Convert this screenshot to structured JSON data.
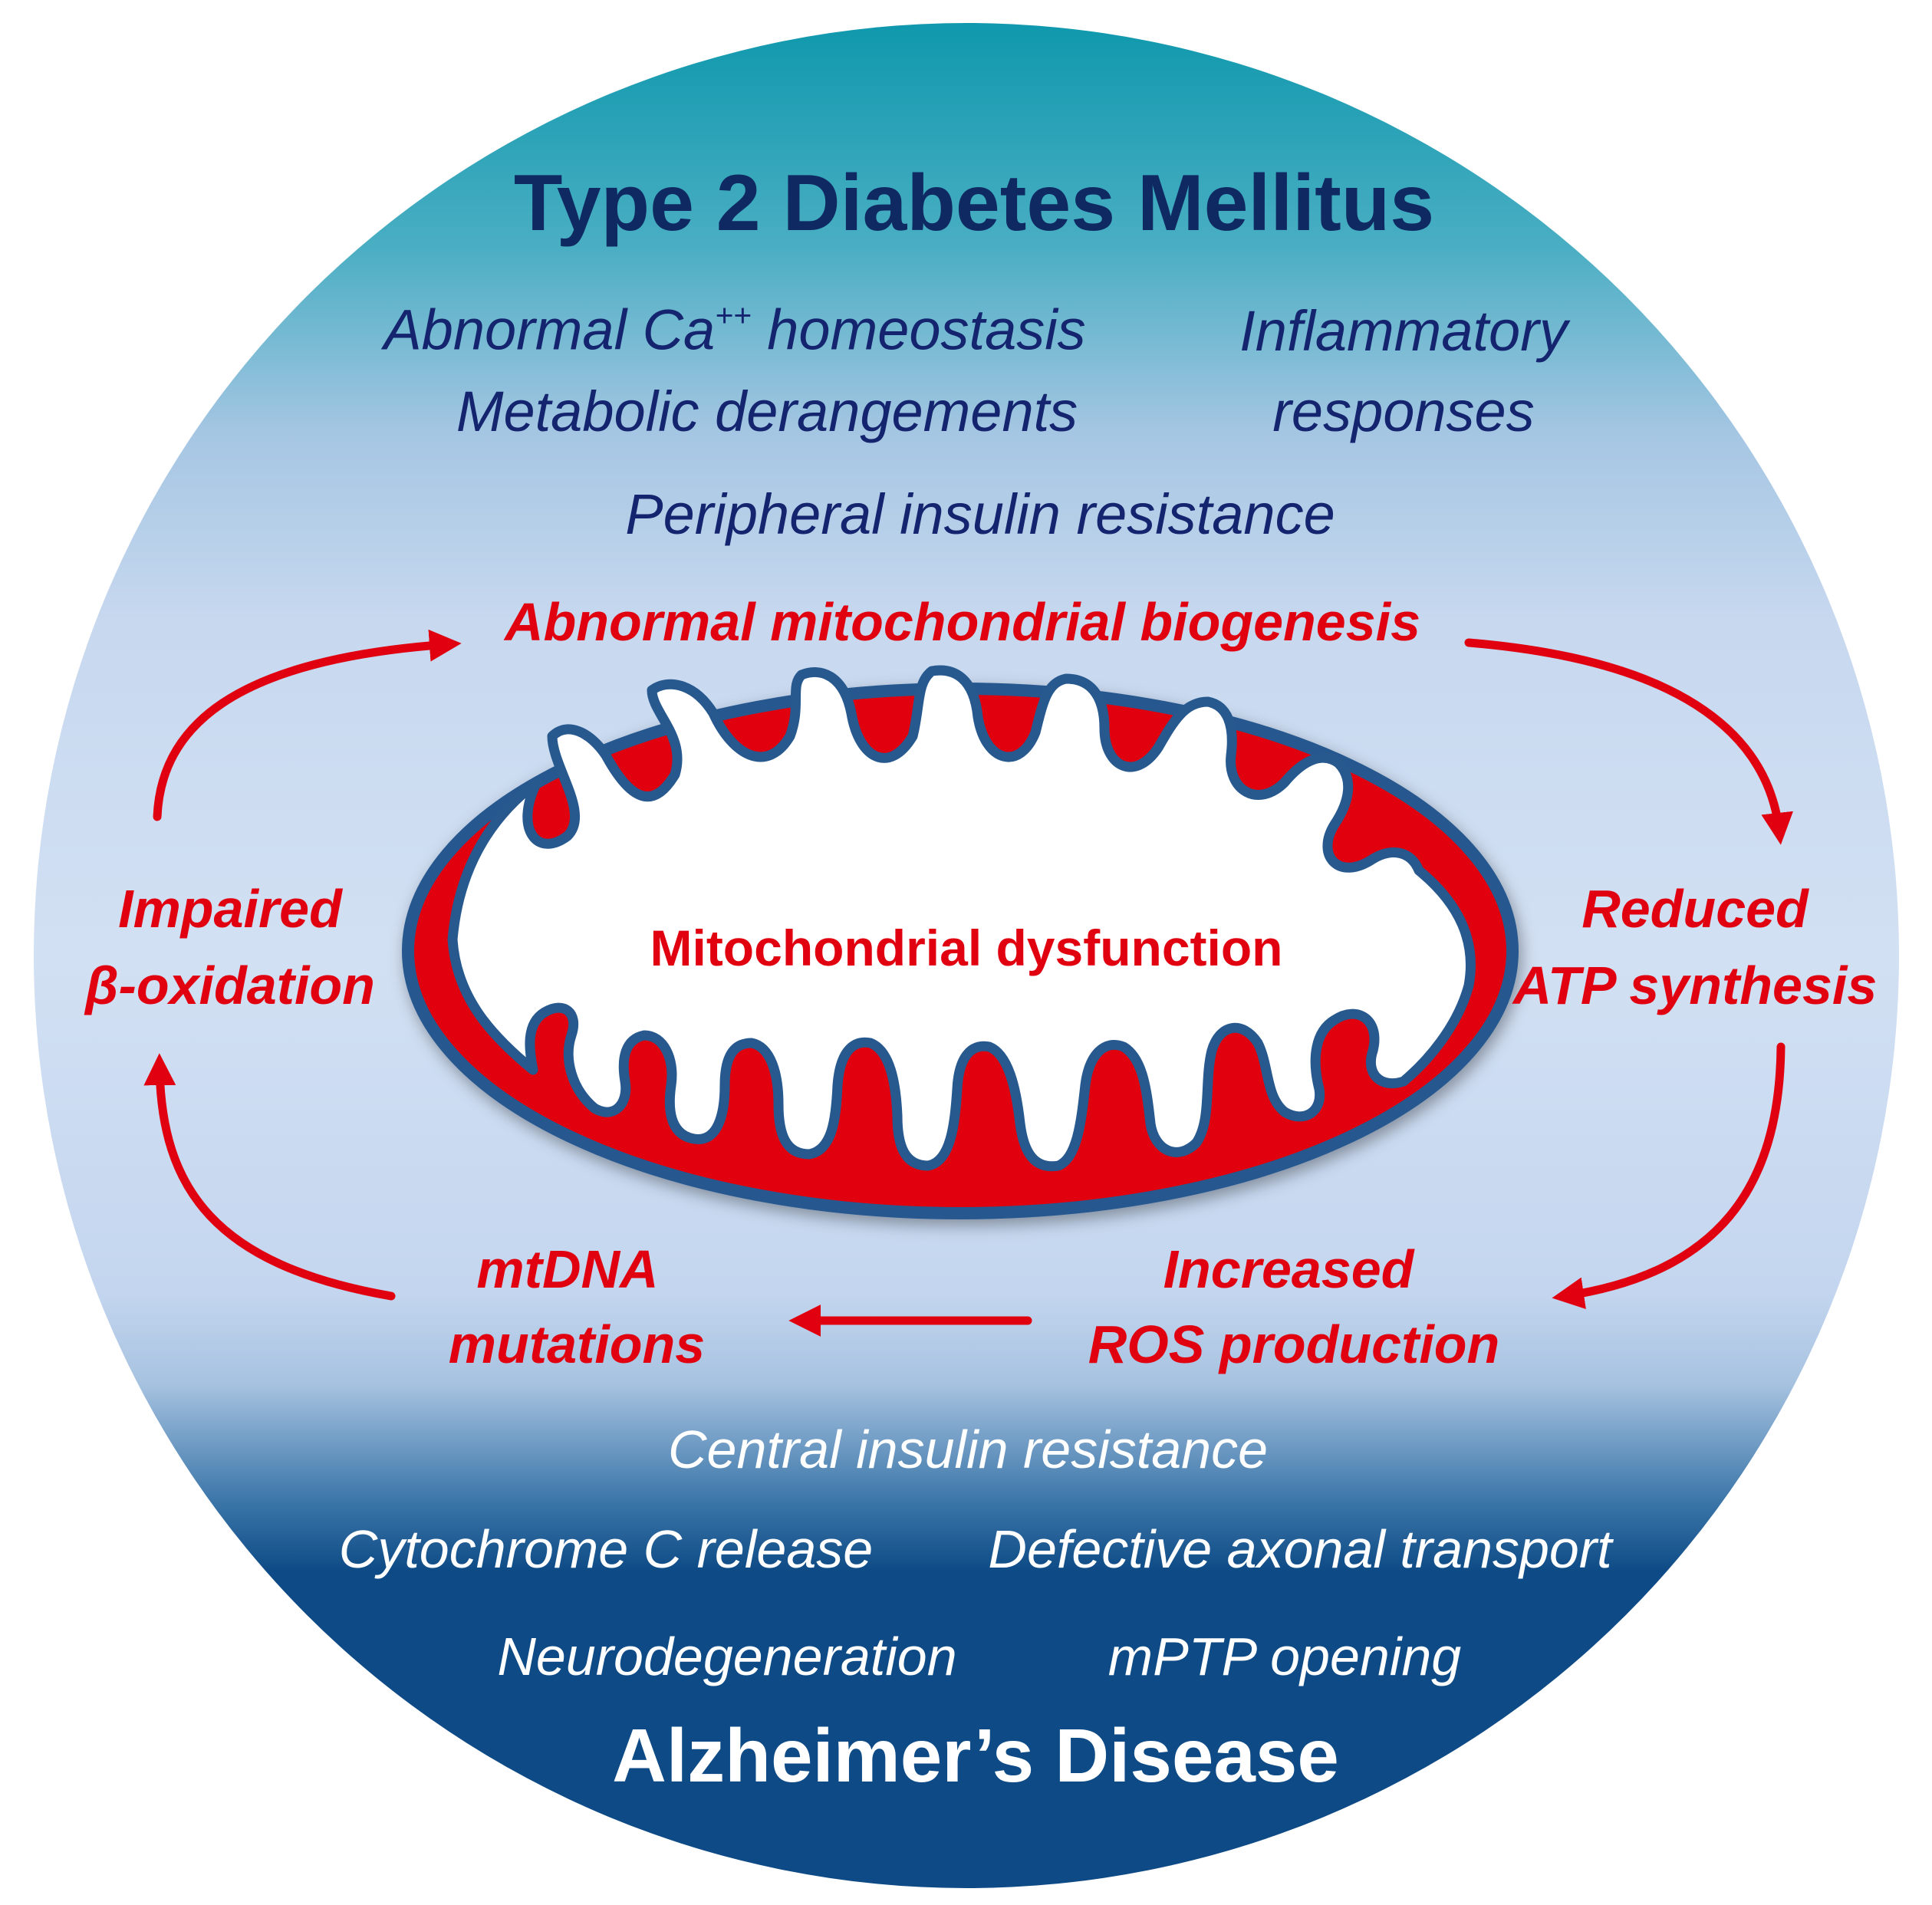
{
  "title_top": "Type 2 Diabetes Mellitus",
  "title_bottom": "Alzheimer’s Disease",
  "diabetes_factors": {
    "ca_prefix": "Abnormal Ca",
    "ca_superscript": "++",
    "ca_suffix": " homeostasis",
    "metabolic": "Metabolic derangements",
    "inflammatory_line1": "Inflammatory",
    "inflammatory_line2": "responses",
    "peripheral": "Peripheral insulin resistance"
  },
  "cycle": {
    "biogenesis": "Abnormal mitochondrial biogenesis",
    "atp_line1": "Reduced",
    "atp_line2": "ATP synthesis",
    "ros_line1": "Increased",
    "ros_line2": "ROS production",
    "mtdna_line1": "mtDNA",
    "mtdna_line2": "mutations",
    "beta_line1": "Impaired",
    "beta_line2": "β-oxidation"
  },
  "center_label": "Mitochondrial dysfunction",
  "alzheimer_factors": {
    "central": "Central insulin resistance",
    "cytochrome": "Cytochrome C release",
    "axonal": "Defective axonal transport",
    "neuro": "Neurodegeneration",
    "mptp": "mPTP opening"
  },
  "colors": {
    "top_teal": "#0f98ad",
    "light_blue": "#c3d5ee",
    "navy_bottom": "#0d4a87",
    "red": "#e1000f",
    "membrane_blue": "#27598f"
  }
}
